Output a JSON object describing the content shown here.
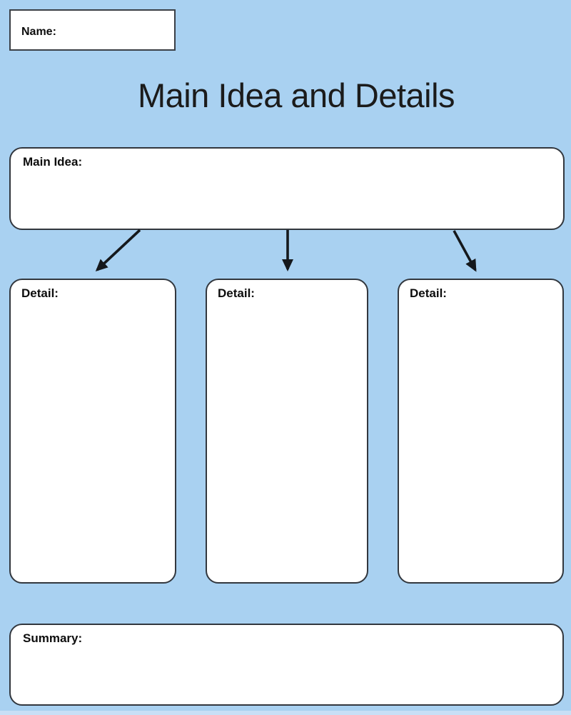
{
  "page": {
    "title": "Main Idea and Details"
  },
  "name_box": {
    "label": "Name:",
    "value": ""
  },
  "main_idea": {
    "label": "Main Idea:",
    "value": ""
  },
  "details": [
    {
      "label": "Detail:",
      "value": ""
    },
    {
      "label": "Detail:",
      "value": ""
    },
    {
      "label": "Detail:",
      "value": ""
    }
  ],
  "summary": {
    "label": "Summary:",
    "value": ""
  },
  "colors": {
    "background": "#a9d1f1",
    "box_fill": "#ffffff",
    "box_border": "#32373e",
    "arrow": "#15181c",
    "text": "#0d0d0d"
  }
}
